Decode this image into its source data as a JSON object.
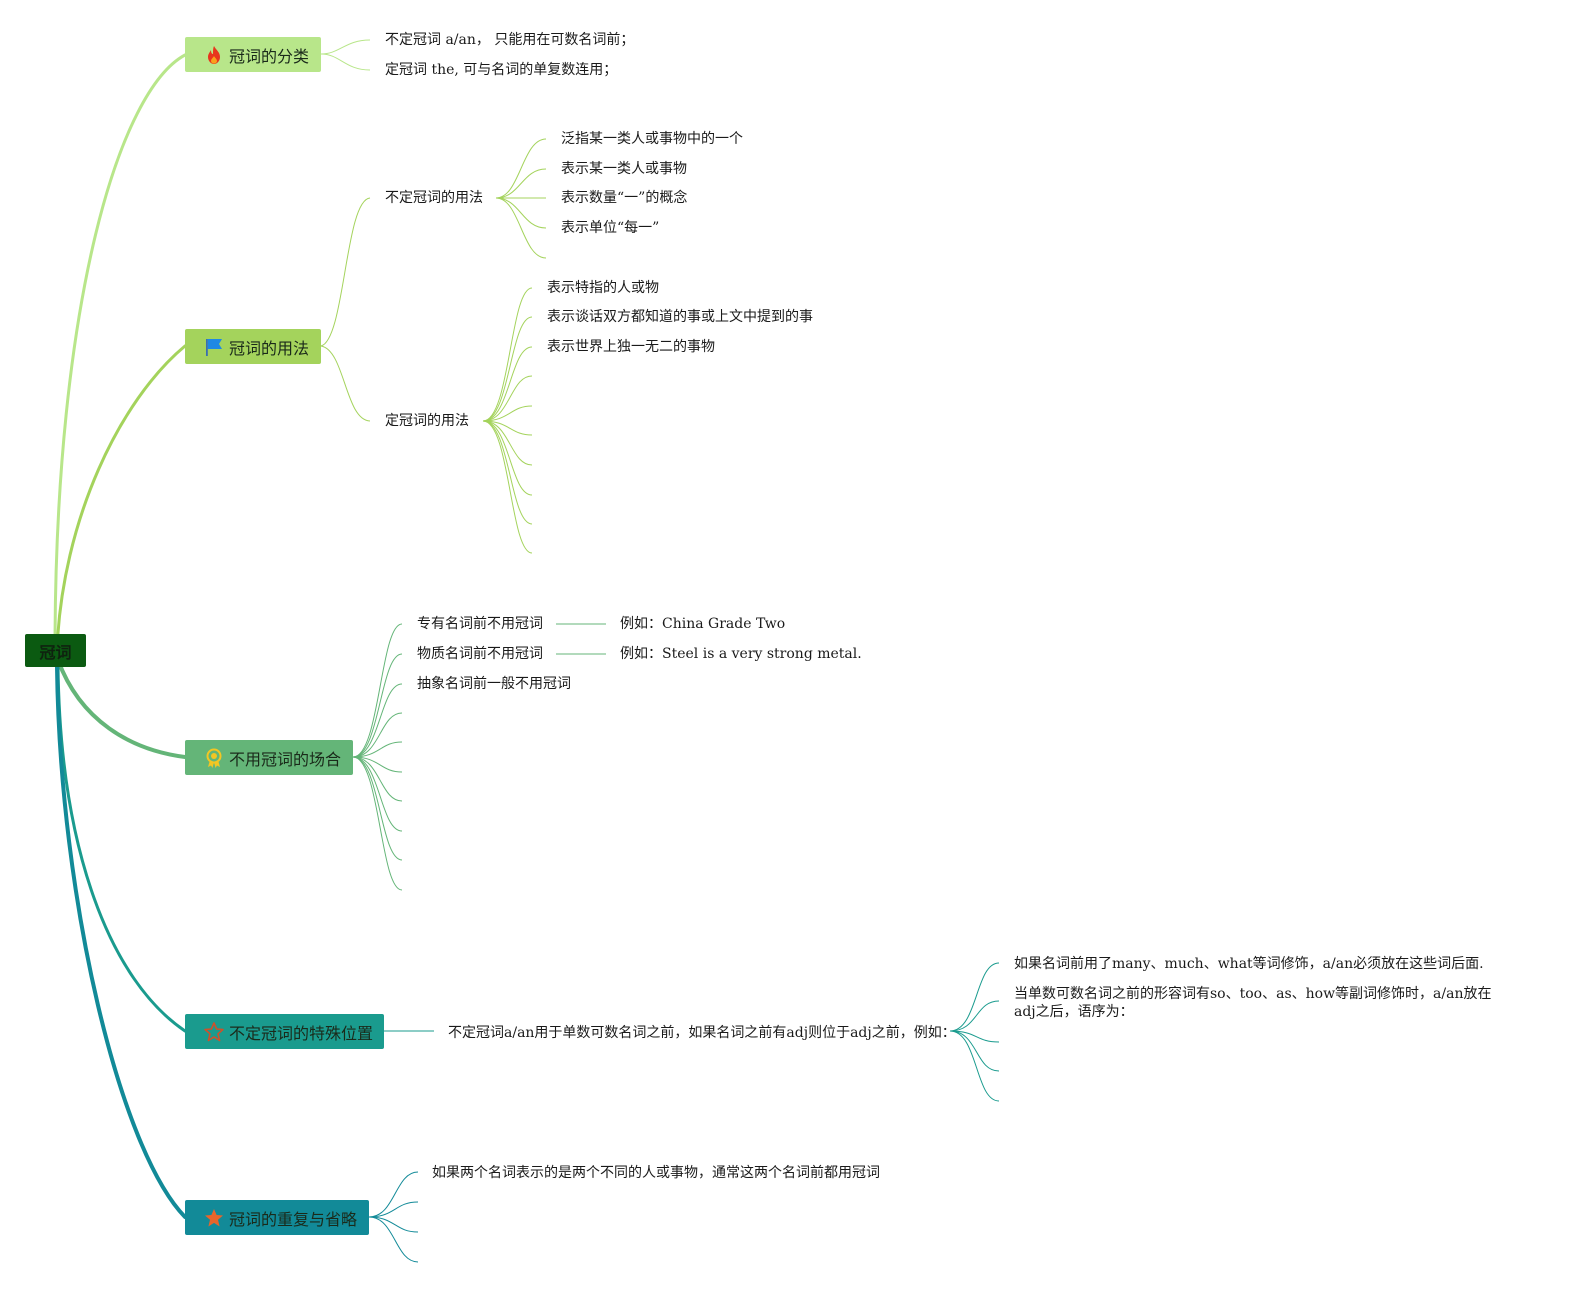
{
  "root": {
    "label": "冠词",
    "color": "#0b5a11"
  },
  "branches": [
    {
      "label": "冠词的分类",
      "icon": "fire-icon",
      "color": "#b8e68a",
      "children": [
        "不定冠词 a/an， 只能用在可数名词前；",
        "定冠词 the, 可与名词的单复数连用；"
      ]
    },
    {
      "label": "冠词的用法",
      "icon": "flag-icon",
      "color": "#a4d35c",
      "children": [
        {
          "label": "不定冠词的用法",
          "children": [
            "泛指某一类人或事物中的一个",
            "表示某一类人或事物",
            "表示数量“一”的概念",
            "表示单位“每一”"
          ]
        },
        {
          "label": "定冠词的用法",
          "children": [
            "表示特指的人或物",
            "表示谈话双方都知道的事或上文中提到的事",
            "表示世界上独一无二的事物",
            "",
            "",
            "",
            "",
            "",
            "",
            ""
          ]
        }
      ]
    },
    {
      "label": "不用冠词的场合",
      "icon": "award-icon",
      "color": "#64b578",
      "children": [
        {
          "label": "专有名词前不用冠词",
          "example": "例如：China Grade Two"
        },
        {
          "label": "物质名词前不用冠词",
          "example": "例如：Steel is a very strong metal."
        },
        {
          "label": "抽象名词前一般不用冠词"
        },
        "",
        "",
        "",
        "",
        "",
        "",
        ""
      ]
    },
    {
      "label": "不定冠词的特殊位置",
      "icon": "star-outline-icon",
      "color": "#1a9b8e",
      "children": [
        {
          "label": "不定冠词a/an用于单数可数名词之前，如果名词之前有adj则位于adj之前，例如：",
          "children": [
            "如果名词前用了many、much、what等词修饰，a/an必须放在这些词后面.",
            "当单数可数名词之前的形容词有so、too、as、how等副词修饰时，a/an放在adj之后，语序为：",
            "",
            "",
            ""
          ]
        }
      ]
    },
    {
      "label": "冠词的重复与省略",
      "icon": "star-icon",
      "color": "#128a98",
      "children": [
        "如果两个名词表示的是两个不同的人或事物，通常这两个名词前都用冠词",
        "",
        "",
        ""
      ]
    }
  ]
}
